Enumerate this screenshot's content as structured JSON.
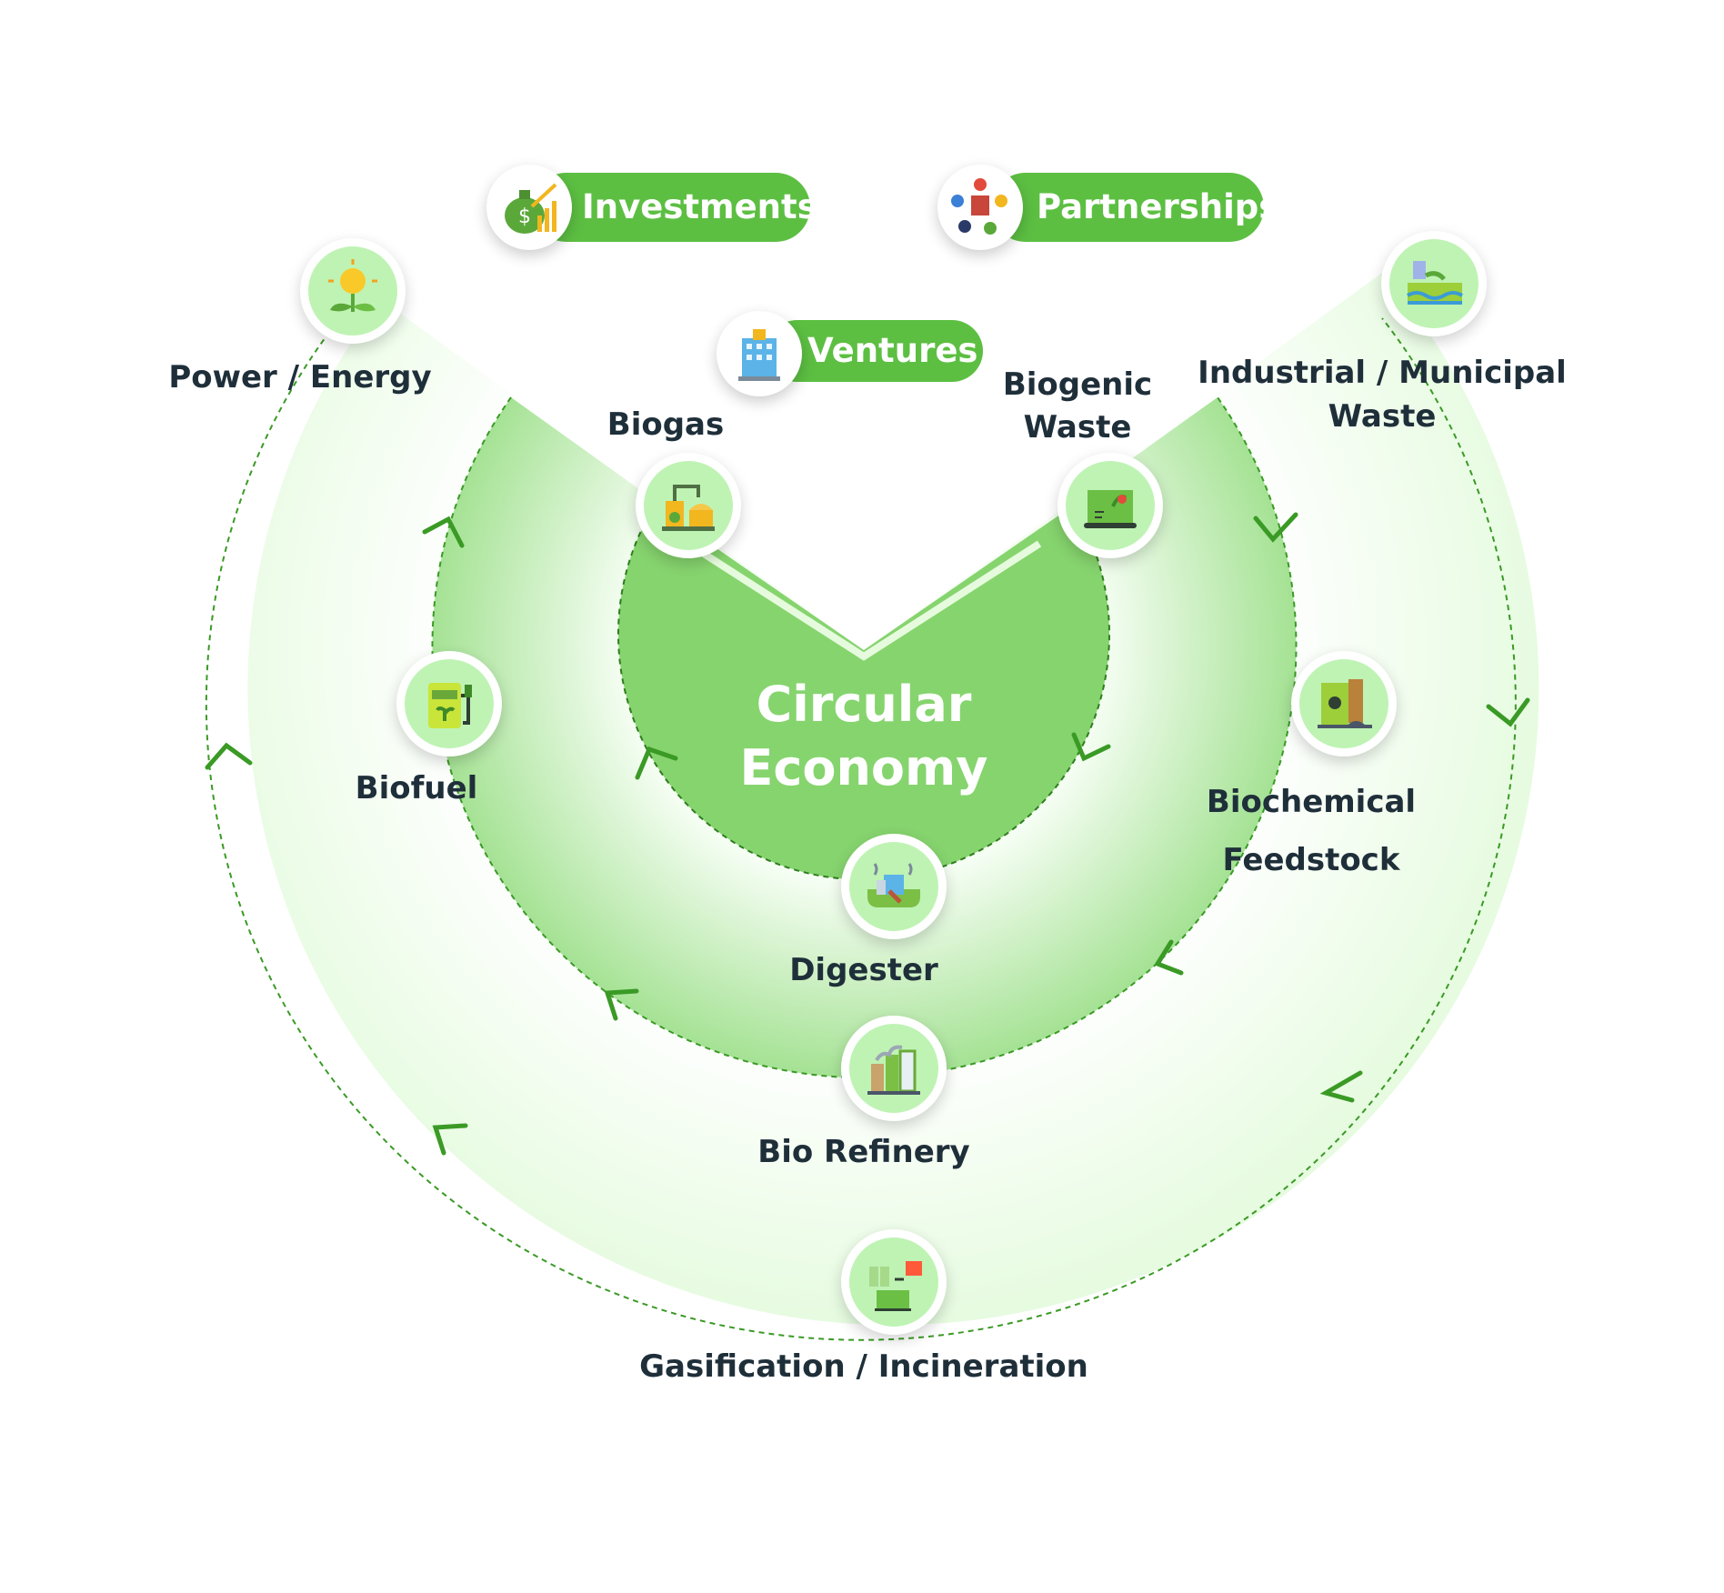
{
  "center": {
    "line1": "Circular",
    "line2": "Economy"
  },
  "pills": {
    "investments": "Investments",
    "partnerships": "Partnerships",
    "ventures": "Ventures"
  },
  "nodes": {
    "power_energy": "Power / Energy",
    "biogas": "Biogas",
    "biogenic_waste_line1": "Biogenic",
    "biogenic_waste_line2": "Waste",
    "industrial_waste_line1": "Industrial / Municipal",
    "industrial_waste_line2": "Waste",
    "biofuel": "Biofuel",
    "biochemical_line1": "Biochemical",
    "biochemical_line2": "Feedstock",
    "digester": "Digester",
    "bio_refinery": "Bio Refinery",
    "gasification": "Gasification / Incineration"
  },
  "colors": {
    "outer_ring": "#ebfce6",
    "middle_ring": "#aee6a0",
    "inner_core": "#86d46e",
    "pill": "#5cbf42",
    "arrow": "#3a9a25",
    "label": "#1f2f3a"
  }
}
